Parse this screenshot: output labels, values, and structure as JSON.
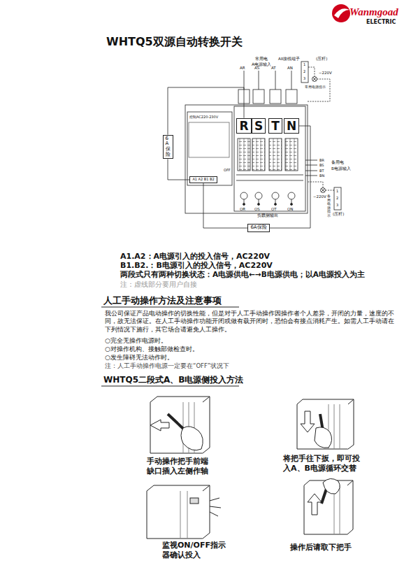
{
  "diagram": {
    "title": "WHTQ5双源自动转换开关",
    "nodes": [
      {
        "text": [
          "R"
        ]
      },
      {
        "text": [
          "S"
        ]
      },
      {
        "text": [
          "T"
        ]
      },
      {
        "text": [
          "N"
        ]
      },
      {
        "text": [
          "6A保险"
        ]
      },
      {
        "text": [
          "6A保险"
        ]
      },
      {
        "text": [
          "A1 A2 B1 B2"
        ]
      }
    ],
    "edges": [
      {
        "from": 0,
        "to": 4,
        "arrow": "none"
      },
      {
        "from": 4,
        "to": 6,
        "arrow": "none"
      },
      {
        "from": 3,
        "to": 5,
        "arrow": "none"
      },
      {
        "from": 5,
        "to": 6,
        "arrow": "none"
      }
    ],
    "labels": [
      "Wanmgoad",
      "ELECTRIC",
      "常用电",
      "A电源输入",
      "AR",
      "AS",
      "AT",
      "AN",
      "A8接线端子",
      "(压杆)",
      "1",
      "2",
      "3",
      "~220V",
      "常用电源指示",
      "控制AC220-230V",
      "OFF",
      "BR",
      "BS",
      "BT",
      "BN",
      "备用电",
      "B电源输入",
      "~220V",
      "备用电源指示",
      "1",
      "2",
      "3",
      "(压杆)",
      "OR",
      "OS",
      "OT",
      "ON",
      "负载侧输出",
      "A1.A2：A电源引入的投入信号，AC220V",
      "B1.B2.：B电源引入的投入信号，AC220V",
      "两段式只有两种切换状态：A电源供电←→B电源供电；以A电源投入为主",
      "注：虚线部分要用户自接",
      "人工手动操作方法及注意事项",
      "我公司保证产品电动操作的切换性能，但是对于人工手动操作因操作者个人差异，开闭的力量，速度的不同，故无法保证。在人工手动操作功能开闭或做有载开闭时，恐怕会有接点消耗产生。如需人工手动请在下列情况下施行，其它场合请避免人工操作。",
      "○完全无操作电源时。",
      "○对操作机构、接触部做检查时。",
      "○发生障碍无法动作时。",
      "注：人工手动操作电源一定要在“OFF”状况下",
      "WHTQ5二段式A、B电源侧投入方法",
      "手动操作把手前端 缺口插入左侧作轴",
      "将把手往下扳，即可投 入A、B电源循环交替",
      "监视ON/OFF指示 器确认投入",
      "操作后请取下把手"
    ]
  }
}
